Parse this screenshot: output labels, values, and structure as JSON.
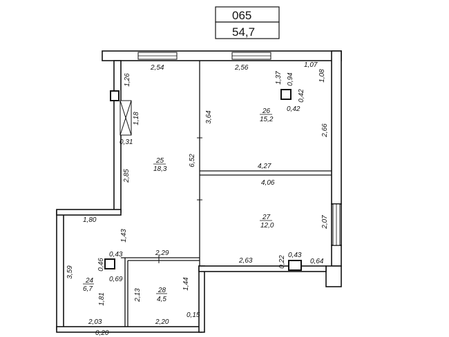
{
  "header": {
    "apartment": "065",
    "area": "54,7"
  },
  "rooms": {
    "r25": {
      "number": "25",
      "area": "18,3"
    },
    "r26": {
      "number": "26",
      "area": "15,2"
    },
    "r27": {
      "number": "27",
      "area": "12,0"
    },
    "r24": {
      "number": "24",
      "area": "6,7"
    },
    "r28": {
      "number": "28",
      "area": "4,5"
    }
  },
  "dims": {
    "d_254": "2,54",
    "d_256": "2,56",
    "d_107": "1,07",
    "d_137": "1,37",
    "d_094": "0,94",
    "d_108": "1,08",
    "d_042v": "0,42",
    "d_042h": "0,42",
    "d_126": "1,26",
    "d_118": "1,18",
    "d_031": "0,31",
    "d_364": "3,64",
    "d_652": "6,52",
    "d_266": "2,66",
    "d_427": "4,27",
    "d_406": "4,06",
    "d_285": "2,85",
    "d_180": "1,80",
    "d_143": "1,43",
    "d_207": "2,07",
    "d_359": "3,59",
    "d_046": "0,46",
    "d_043a": "0,43",
    "d_069": "0,69",
    "d_229": "2,29",
    "d_144": "1,44",
    "d_263": "2,63",
    "d_022": "0,22",
    "d_043b": "0,43",
    "d_064": "0,64",
    "d_181": "1,81",
    "d_213": "2,13",
    "d_015": "0,15",
    "d_203": "2,03",
    "d_220": "2,20",
    "d_bottom": "0,20"
  }
}
